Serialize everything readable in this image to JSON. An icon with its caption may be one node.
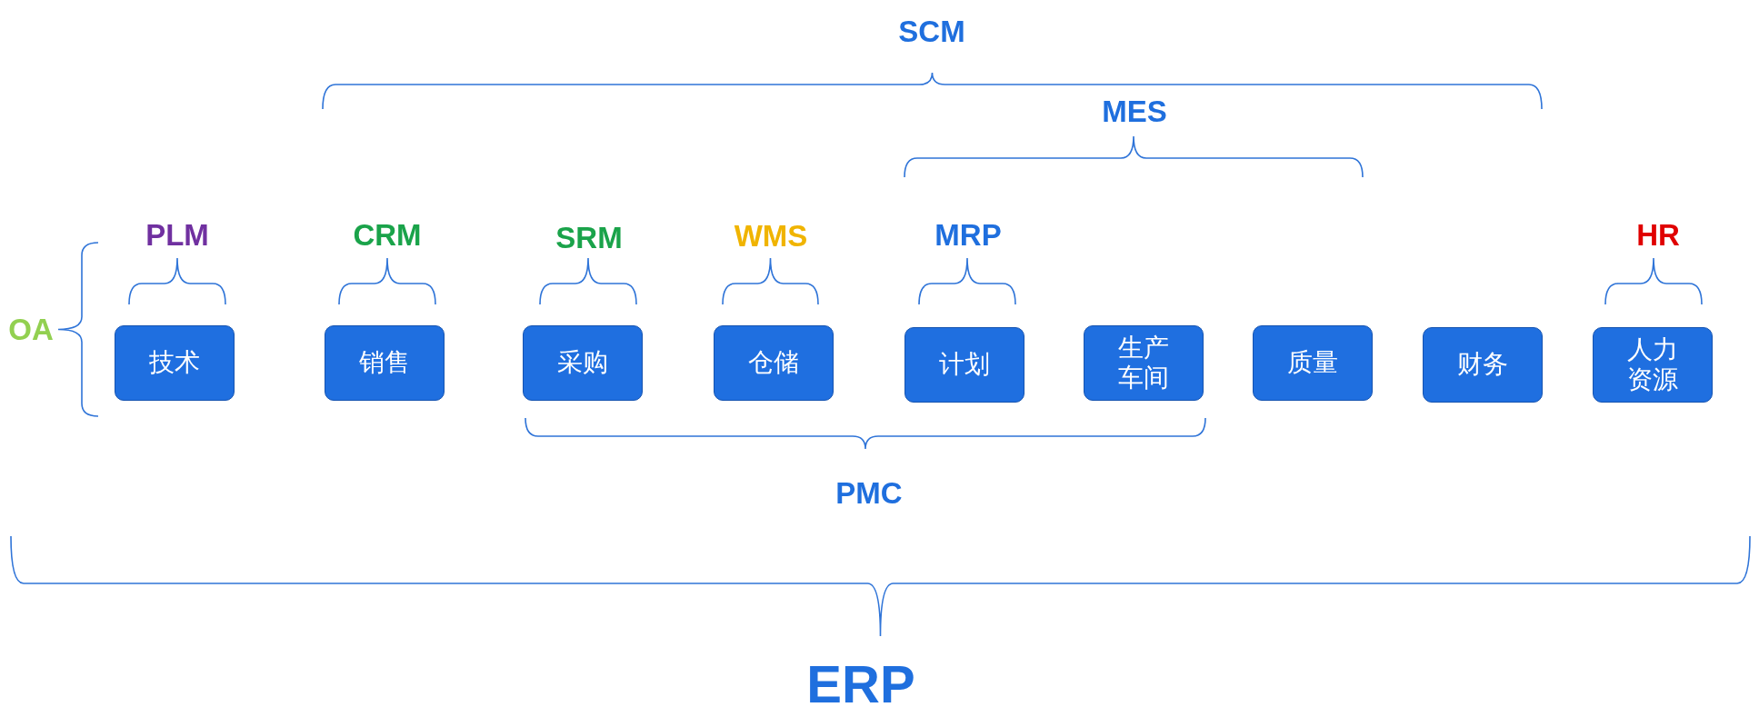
{
  "diagram": {
    "nodes": [
      {
        "text": [
          "技术"
        ]
      },
      {
        "text": [
          "销售"
        ]
      },
      {
        "text": [
          "采购"
        ]
      },
      {
        "text": [
          "仓储"
        ]
      },
      {
        "text": [
          "计划"
        ]
      },
      {
        "text": [
          "生产车间"
        ]
      },
      {
        "text": [
          "质量"
        ]
      },
      {
        "text": [
          "财务"
        ]
      },
      {
        "text": [
          "人力资源"
        ]
      }
    ],
    "edges": [],
    "labels": [
      "SCM",
      "MES",
      "PLM",
      "CRM",
      "SRM",
      "WMS",
      "MRP",
      "HR",
      "OA",
      "PMC",
      "ERP"
    ]
  }
}
